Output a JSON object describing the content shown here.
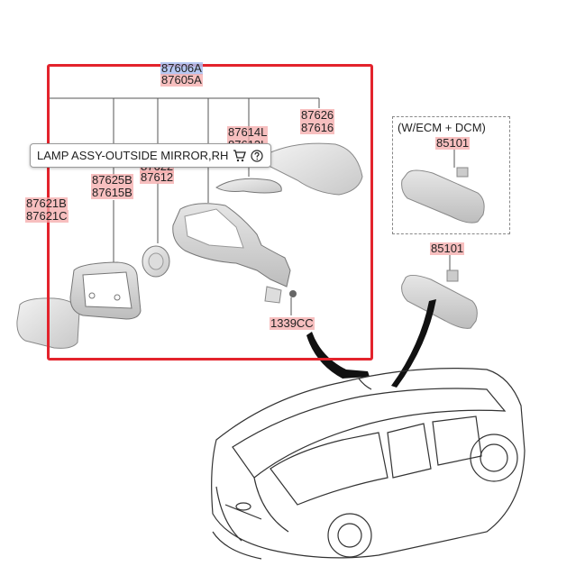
{
  "part_labels": {
    "p87606A": "87606A",
    "p87605A": "87605A",
    "p87614L": "87614L",
    "p87613L": "87613L",
    "p87626": "87626",
    "p87616": "87616",
    "p87622": "87622",
    "p87612": "87612",
    "p87625B": "87625B",
    "p87615B": "87615B",
    "p87621B": "87621B",
    "p87621C": "87621C",
    "p1339CC": "1339CC",
    "p85101_a": "85101",
    "p85101_b": "85101"
  },
  "variant_box": {
    "label": "(W/ECM + DCM)"
  },
  "tooltip": {
    "text": "LAMP ASSY-OUTSIDE MIRROR,RH",
    "cart_icon": "cart-icon",
    "help_icon": "help-circle-icon"
  },
  "colors": {
    "highlight_frame": "#e3232c",
    "part_label_bg": "#f4aaaa",
    "selected_label_bg": "#aabef0"
  }
}
